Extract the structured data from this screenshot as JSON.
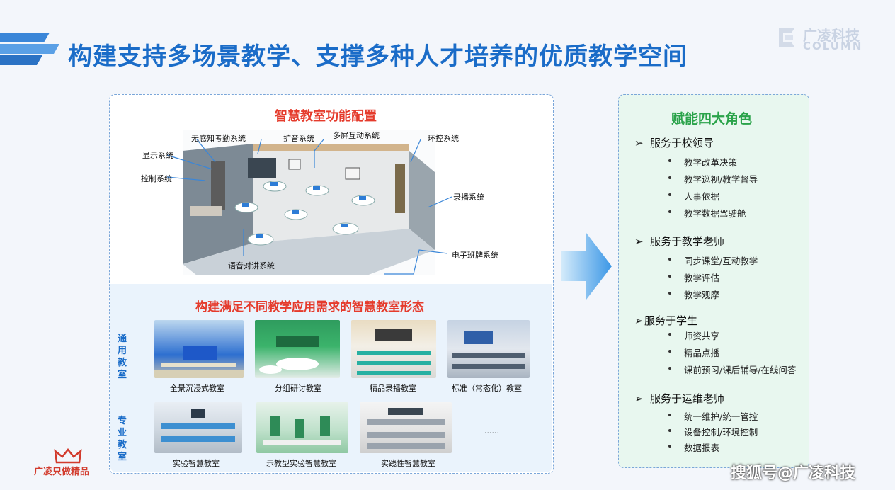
{
  "header": {
    "title": "构建支持多场景教学、支撑多种人才培养的优质教学空间",
    "brand_cn": "广凌科技",
    "brand_en": "COLUMN"
  },
  "left_panel": {
    "top_title": "智慧教室功能配置",
    "systems": {
      "wugan": "无感知考勤系统",
      "kuoyin": "扩音系统",
      "duoping": "多屏互动系统",
      "huankong": "环控系统",
      "xianshi": "显示系统",
      "kongzhi": "控制系统",
      "lubo": "录播系统",
      "dianzi": "电子班牌系统",
      "yuyin": "语音对讲系统"
    },
    "bottom_title": "构建满足不同教学应用需求的智慧教室形态",
    "general_label": "通用教室",
    "special_label": "专业教室",
    "general_rooms": [
      "全景沉浸式教室",
      "分组研讨教室",
      "精品录播教室",
      "标准（常态化）教室"
    ],
    "special_rooms": [
      "实验智慧教室",
      "示教型实验智慧教室",
      "实践性智慧教室"
    ],
    "more": "......"
  },
  "right_panel": {
    "title": "赋能四大角色",
    "groups": [
      {
        "heading": "服务于校领导",
        "items": [
          "教学改革决策",
          "教学巡视/教学督导",
          "人事依据",
          "教学数据驾驶舱"
        ]
      },
      {
        "heading": "服务于教学老师",
        "items": [
          "同步课堂/互动教学",
          "教学评估",
          "教学观摩"
        ]
      },
      {
        "heading": "服务于学生",
        "items": [
          "师资共享",
          "精品点播",
          "课前预习/课后辅导/在线问答"
        ]
      },
      {
        "heading": "服务于运维老师",
        "items": [
          "统一维护/统一管控",
          "设备控制/环境控制",
          "数据报表"
        ]
      }
    ],
    "arrow_glyph": "➢"
  },
  "footer": {
    "watermark": "搜狐号@广凌科技",
    "badge": "广凌只做精品"
  },
  "colors": {
    "title_blue": "#1a6cc8",
    "accent_red": "#e53b2c",
    "accent_green": "#2aa34a",
    "panel_border": "#7aa6d9"
  }
}
